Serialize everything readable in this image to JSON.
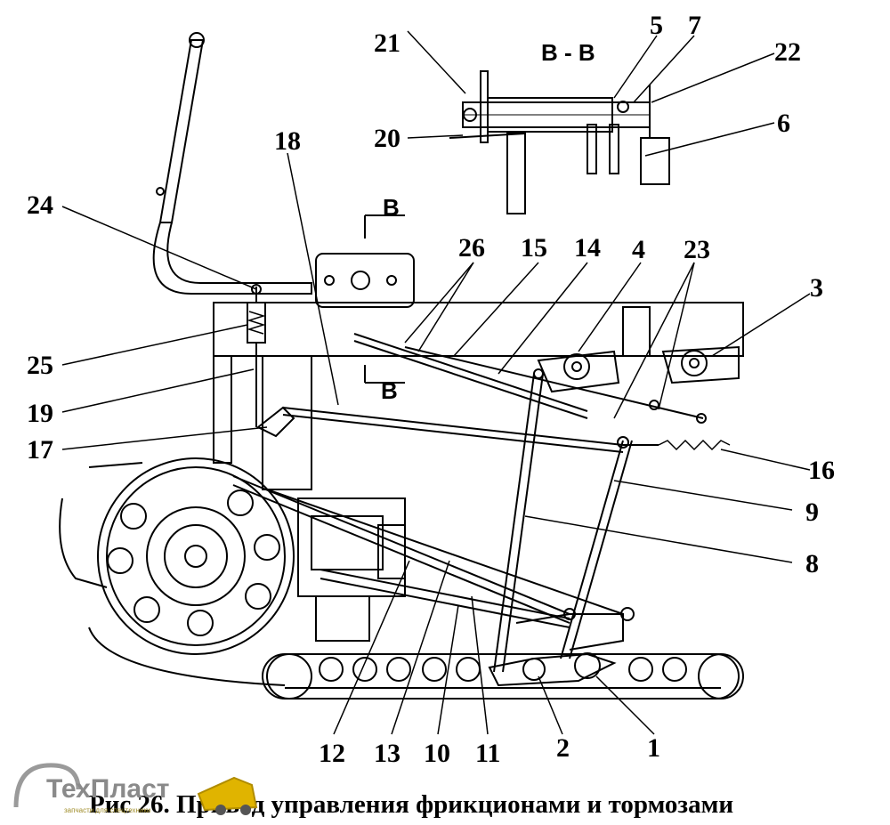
{
  "section_label": "В - В",
  "section_mark_top": "В",
  "section_mark_bottom": "В",
  "callouts": [
    "1",
    "2",
    "3",
    "4",
    "5",
    "6",
    "7",
    "8",
    "9",
    "10",
    "11",
    "12",
    "13",
    "14",
    "15",
    "16",
    "17",
    "18",
    "19",
    "20",
    "21",
    "22",
    "23",
    "24",
    "25",
    "26"
  ],
  "caption": "Рис 26. Привод управления фрикционами и тормозами",
  "logo": {
    "text": "ТехПласт",
    "subtitle": "запчасти для спецтехники",
    "accent_color": "#e0b400"
  }
}
